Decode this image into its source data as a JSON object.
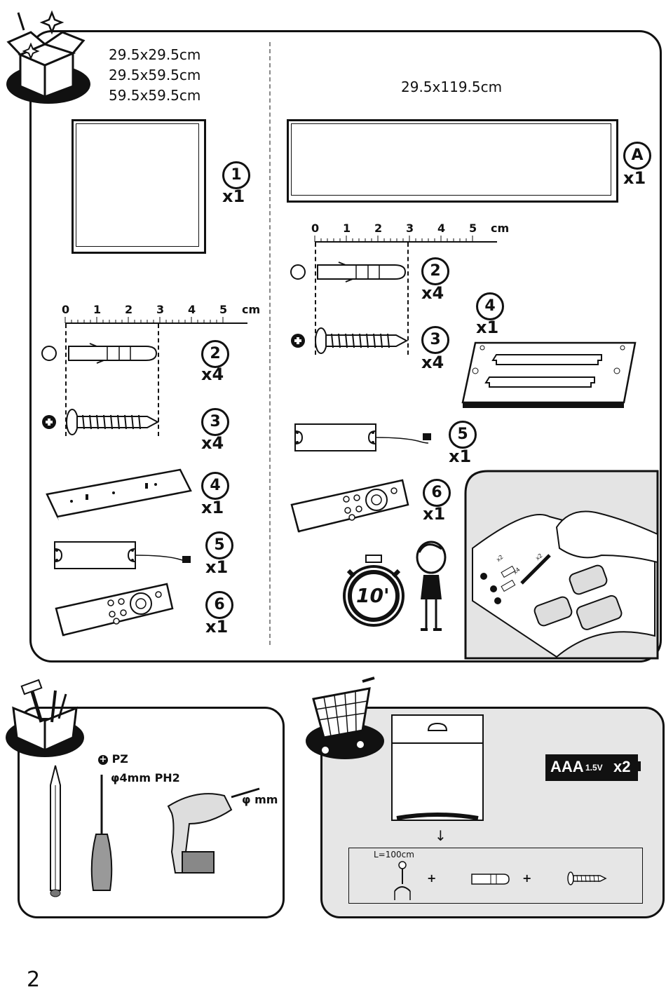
{
  "left_box": {
    "sizes": [
      "29.5x29.5cm",
      "29.5x59.5cm",
      "59.5x59.5cm"
    ],
    "panel_num": "1",
    "panel_qty": "x1",
    "ruler_ticks": [
      "0",
      "1",
      "2",
      "3",
      "4",
      "5"
    ],
    "ruler_unit": "cm",
    "parts": [
      {
        "num": "2",
        "qty": "x4"
      },
      {
        "num": "3",
        "qty": "x4"
      },
      {
        "num": "4",
        "qty": "x1"
      },
      {
        "num": "5",
        "qty": "x1"
      },
      {
        "num": "6",
        "qty": "x1"
      }
    ]
  },
  "right_box": {
    "size": "29.5x119.5cm",
    "panel_letter": "A",
    "panel_qty": "x1",
    "ruler_ticks": [
      "0",
      "1",
      "2",
      "3",
      "4",
      "5"
    ],
    "ruler_unit": "cm",
    "parts": [
      {
        "num": "2",
        "qty": "x4"
      },
      {
        "num": "3",
        "qty": "x4"
      },
      {
        "num": "4",
        "qty": "x1"
      },
      {
        "num": "5",
        "qty": "x1"
      },
      {
        "num": "6",
        "qty": "x1"
      }
    ],
    "timer": "10'",
    "sticker_labels": [
      "x2",
      "x4",
      "x2"
    ]
  },
  "tools": {
    "pz_label": "PZ",
    "screwdriver_label": "φ4mm PH2",
    "drill_label": "φ  mm"
  },
  "shop": {
    "battery_type": "AAA",
    "battery_voltage": "1.5V",
    "battery_qty": "x2",
    "cable_length": "L=100cm",
    "plus": "+"
  },
  "page_number": "2"
}
